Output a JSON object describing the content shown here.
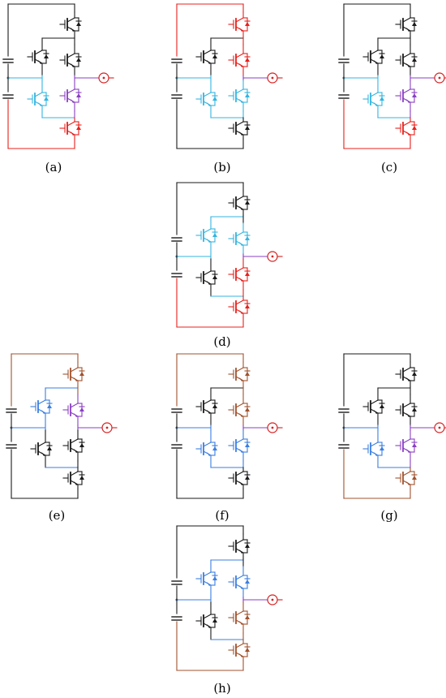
{
  "colors": {
    "black": "#1a1a1a",
    "red": "#e8201c",
    "cyan": "#33b5e0",
    "purple": "#8a3fc4",
    "blue": "#3a7fe0",
    "brown": "#a0522d",
    "ac_ring": "#d62020"
  },
  "panels": [
    {
      "id": "a",
      "label": "(a)",
      "wire": {
        "left": "black",
        "top": "black",
        "bottom": "red",
        "hbridge": "cyan",
        "topright": "black",
        "bottomright": "red",
        "out": "purple"
      },
      "sw": {
        "s1": "black",
        "s2": "black",
        "s3": "black",
        "s4": "cyan",
        "s5": "purple",
        "s6": "red"
      }
    },
    {
      "id": "b",
      "label": "(b)",
      "wire": {
        "left": "black",
        "top": "red",
        "bottom": "black",
        "hbridge": "cyan",
        "topright": "red",
        "bottomright": "black",
        "out": "purple"
      },
      "sw": {
        "s1": "red",
        "s2": "black",
        "s3": "red",
        "s4": "cyan",
        "s5": "cyan",
        "s6": "black"
      }
    },
    {
      "id": "c",
      "label": "(c)",
      "wire": {
        "left": "black",
        "top": "black",
        "bottom": "red",
        "hbridge": "cyan",
        "topright": "black",
        "bottomright": "red",
        "out": "purple"
      },
      "sw": {
        "s1": "black",
        "s2": "black",
        "s3": "black",
        "s4": "cyan",
        "s5": "purple",
        "s6": "red"
      }
    },
    {
      "id": "d",
      "label": "(d)",
      "wire": {
        "left": "black",
        "top": "black",
        "bottom": "red",
        "hbridge": "cyan",
        "topright": "black",
        "bottomright": "red",
        "out": "purple"
      },
      "sw": {
        "s1": "black",
        "s2": "cyan",
        "s3": "cyan",
        "s4": "black",
        "s5": "red",
        "s6": "red"
      }
    },
    {
      "id": "e",
      "label": "(e)",
      "wire": {
        "left": "black",
        "top": "brown",
        "bottom": "black",
        "hbridge": "blue",
        "topright": "brown",
        "bottomright": "black",
        "out": "purple"
      },
      "sw": {
        "s1": "brown",
        "s2": "blue",
        "s3": "purple",
        "s4": "black",
        "s5": "black",
        "s6": "black"
      }
    },
    {
      "id": "f",
      "label": "(f)",
      "wire": {
        "left": "black",
        "top": "brown",
        "bottom": "black",
        "hbridge": "blue",
        "topright": "brown",
        "bottomright": "black",
        "out": "purple"
      },
      "sw": {
        "s1": "brown",
        "s2": "black",
        "s3": "brown",
        "s4": "blue",
        "s5": "blue",
        "s6": "black"
      }
    },
    {
      "id": "g",
      "label": "(g)",
      "wire": {
        "left": "black",
        "top": "black",
        "bottom": "brown",
        "hbridge": "blue",
        "topright": "black",
        "bottomright": "brown",
        "out": "purple"
      },
      "sw": {
        "s1": "black",
        "s2": "black",
        "s3": "black",
        "s4": "blue",
        "s5": "purple",
        "s6": "brown"
      }
    },
    {
      "id": "h",
      "label": "(h)",
      "wire": {
        "left": "black",
        "top": "black",
        "bottom": "brown",
        "hbridge": "blue",
        "topright": "black",
        "bottomright": "brown",
        "out": "purple"
      },
      "sw": {
        "s1": "black",
        "s2": "blue",
        "s3": "blue",
        "s4": "black",
        "s5": "brown",
        "s6": "brown"
      }
    }
  ]
}
